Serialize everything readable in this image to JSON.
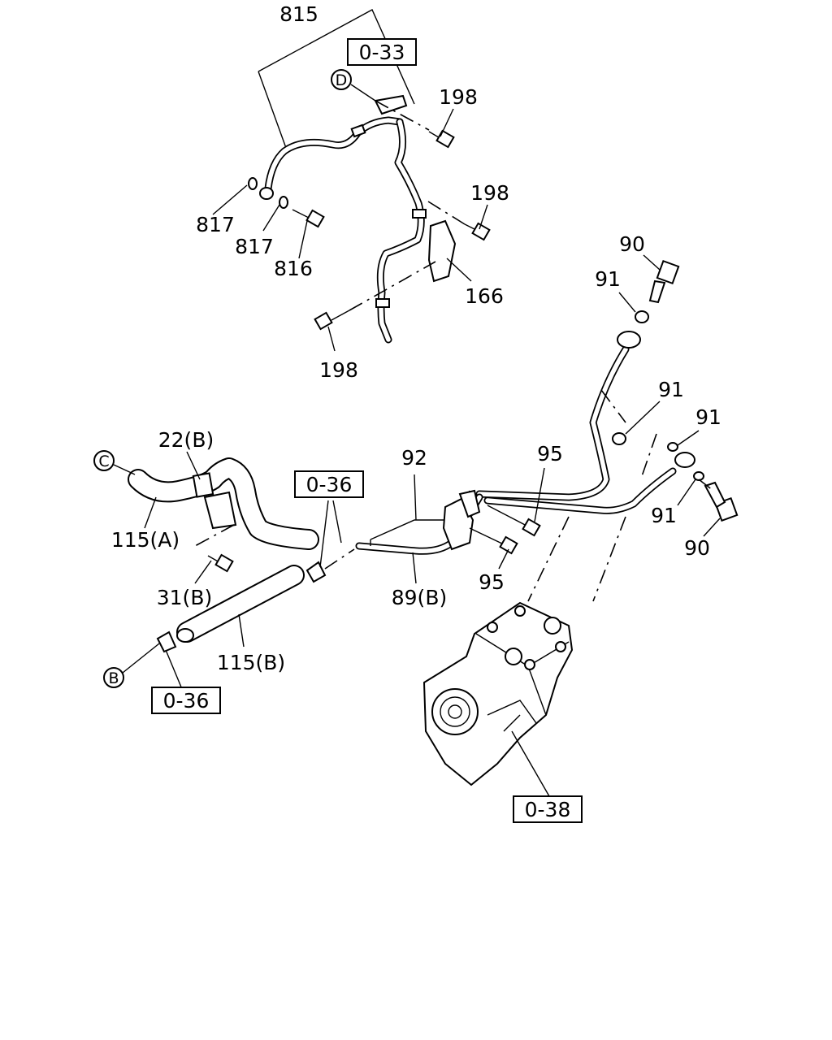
{
  "labels": {
    "l815": "815",
    "l198a": "198",
    "l198b": "198",
    "l198c": "198",
    "l817a": "817",
    "l817b": "817",
    "l816": "816",
    "l166": "166",
    "l90a": "90",
    "l90b": "90",
    "l91a": "91",
    "l91b": "91",
    "l91c": "91",
    "l91d": "91",
    "l22b": "22(B)",
    "l92": "92",
    "l95a": "95",
    "l95b": "95",
    "l115a": "115(A)",
    "l31b": "31(B)",
    "l89b": "89(B)",
    "l115b": "115(B)"
  },
  "references": {
    "r033": "0-33",
    "r036a": "0-36",
    "r036b": "0-36",
    "r038": "0-38"
  },
  "connectors": {
    "c": "C",
    "d": "D",
    "b": "B"
  }
}
